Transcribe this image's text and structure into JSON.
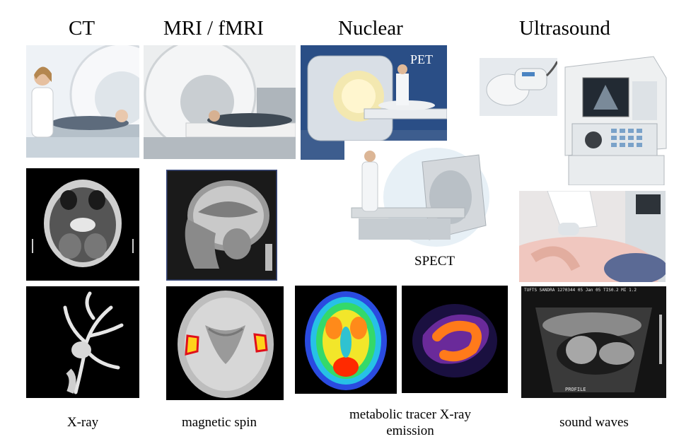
{
  "columns": {
    "ct": {
      "title": "CT",
      "caption": "X-ray"
    },
    "mri": {
      "title": "MRI / fMRI",
      "caption": "magnetic spin"
    },
    "nuclear": {
      "title": "Nuclear",
      "caption_line1": "metabolic tracer X-ray",
      "caption_line2": "emission",
      "pet_label": "PET",
      "spect_label": "SPECT"
    },
    "ultrasound": {
      "title": "Ultrasound",
      "caption": "sound waves"
    }
  },
  "scan_text": {
    "us_header": "TUFTS SANDRA  1270344   05 Jan 05  TIS0.2  MI 1.2",
    "us_profile": "PROFILE"
  },
  "colors": {
    "background": "#ffffff",
    "scan_bg": "#000000",
    "fmri_activation": "#ffd21a",
    "fmri_edge": "#e0101a",
    "pet_hot": "#ff2a00",
    "spect_ring": "#ff7a1a"
  }
}
